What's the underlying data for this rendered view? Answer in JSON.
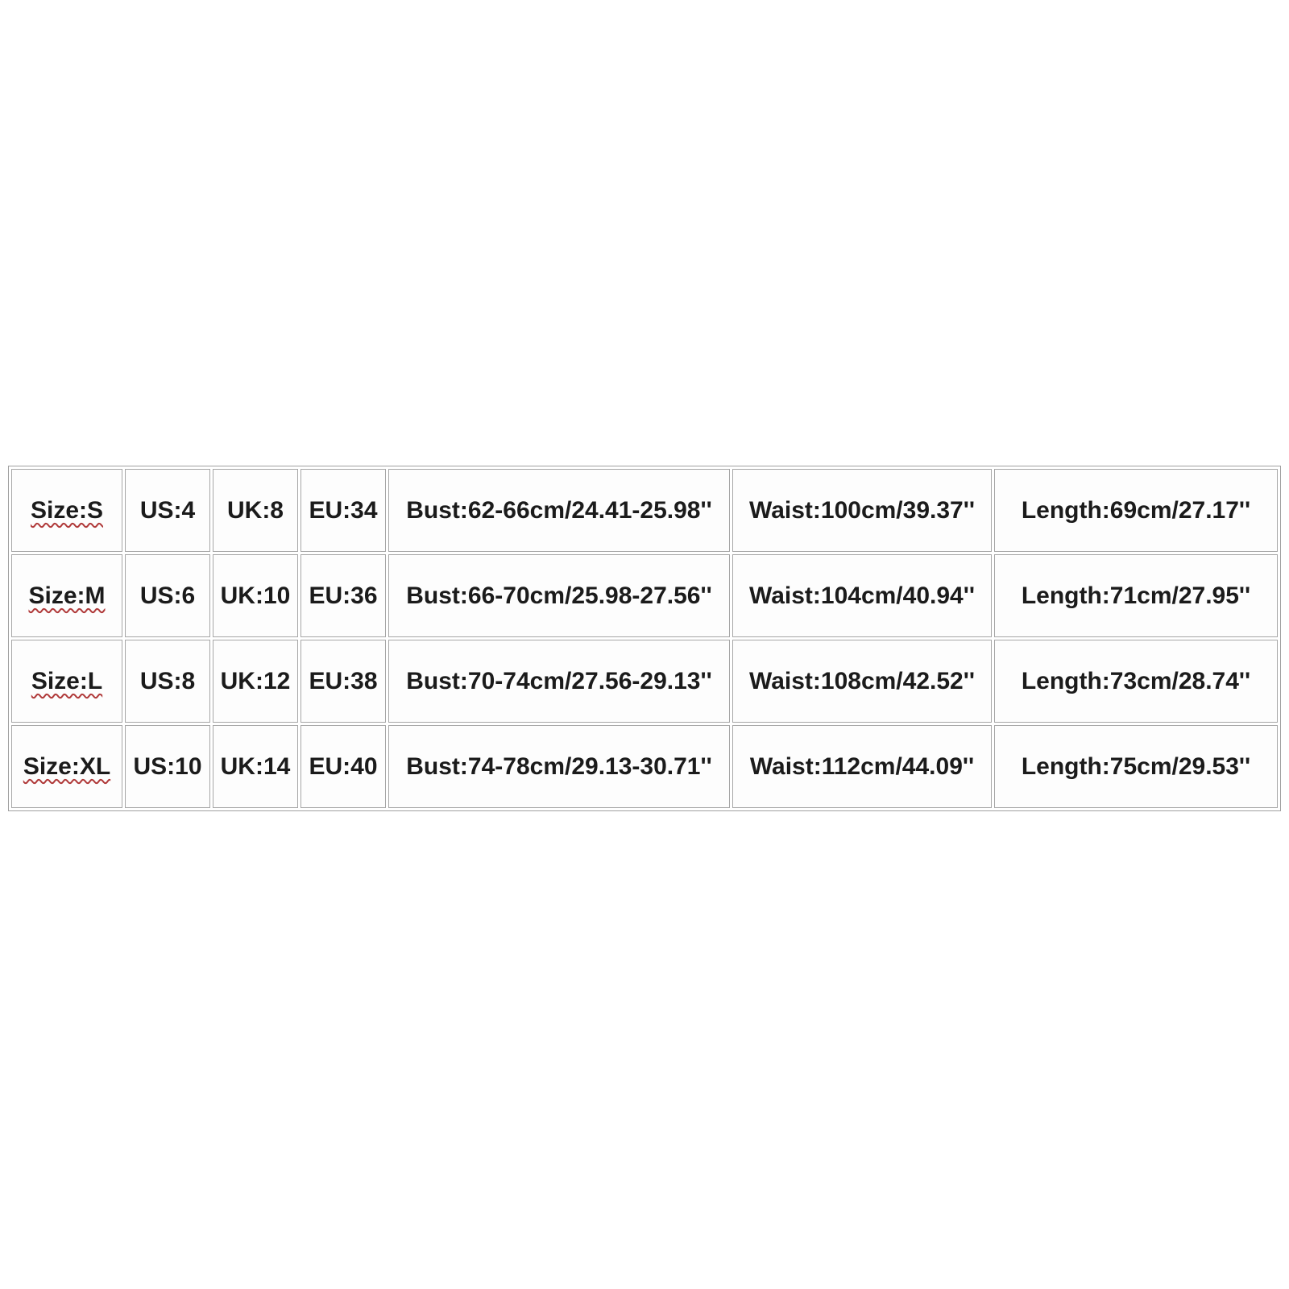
{
  "size_chart": {
    "description": "Clothing size conversion and measurement table",
    "border_color": "#a0a0a0",
    "cell_background": "#fdfdfd",
    "text_color": "#1b1b1b",
    "spellcheck_underline_color": "#b03a3a",
    "columns": [
      "size",
      "us",
      "uk",
      "eu",
      "bust",
      "waist",
      "length"
    ],
    "rows": [
      {
        "cells": [
          "Size:S",
          "US:4",
          "UK:8",
          "EU:34",
          "Bust:62-66cm/24.41-25.98''",
          "Waist:100cm/39.37''",
          "Length:69cm/27.17''"
        ]
      },
      {
        "cells": [
          "Size:M",
          "US:6",
          "UK:10",
          "EU:36",
          "Bust:66-70cm/25.98-27.56''",
          "Waist:104cm/40.94''",
          "Length:71cm/27.95''"
        ]
      },
      {
        "cells": [
          "Size:L",
          "US:8",
          "UK:12",
          "EU:38",
          "Bust:70-74cm/27.56-29.13''",
          "Waist:108cm/42.52''",
          "Length:73cm/28.74''"
        ]
      },
      {
        "cells": [
          "Size:XL",
          "US:10",
          "UK:14",
          "EU:40",
          "Bust:74-78cm/29.13-30.71''",
          "Waist:112cm/44.09''",
          "Length:75cm/29.53''"
        ]
      }
    ]
  }
}
